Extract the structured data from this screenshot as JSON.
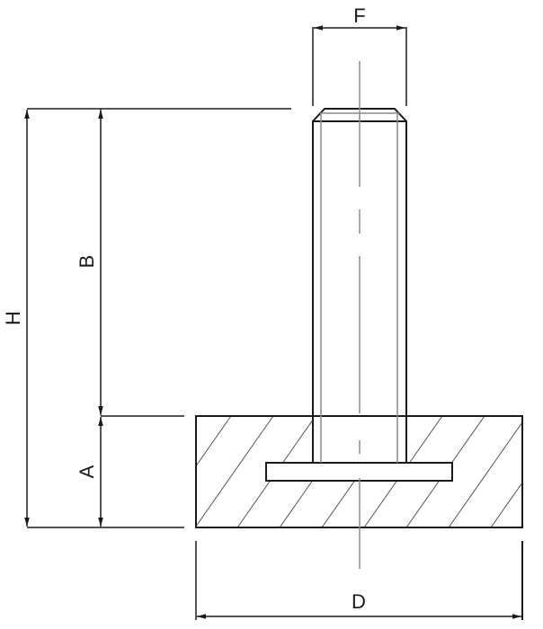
{
  "drawing": {
    "type": "technical-drawing",
    "subject": "leveling foot / threaded stud with base (sectional view)",
    "dimensions": {
      "F": "F",
      "B": "B",
      "H": "H",
      "A": "A",
      "D": "D"
    },
    "colors": {
      "line": "#1a1a1a",
      "centerline": "#8a8a8a",
      "hatch": "#555555",
      "background": "#ffffff"
    }
  }
}
